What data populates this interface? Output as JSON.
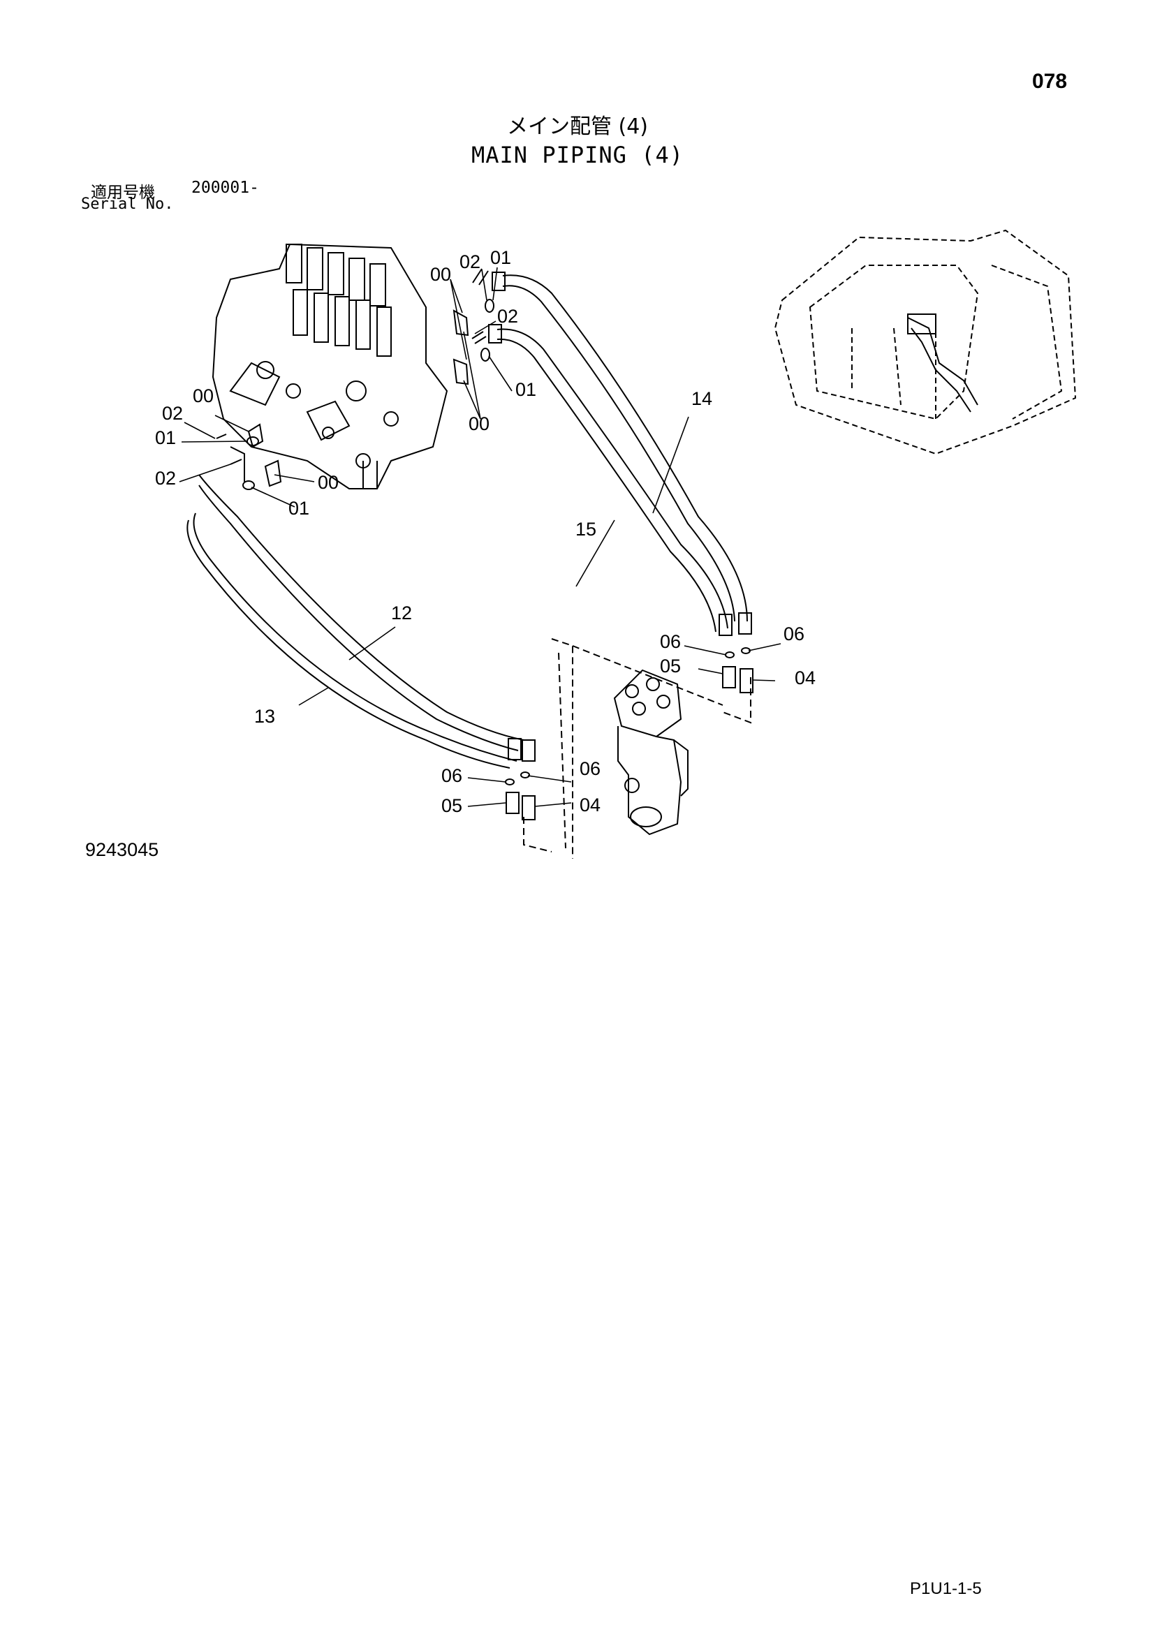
{
  "page_number": "078",
  "title_jp": "メイン配管 (4)",
  "title_en": "MAIN PIPING (4)",
  "serial": {
    "label_jp": "適用号機",
    "range": "200001-",
    "label_en": "Serial No."
  },
  "drawing_number": "9243045",
  "page_code": "P1U1-1-5",
  "callouts": {
    "c00_a": "00",
    "c02_a": "02",
    "c01_a": "01",
    "c02_b": "02",
    "c01_b": "01",
    "c00_b": "00",
    "c02_c": "02",
    "c00_c": "00",
    "c01_c": "01",
    "c02_d": "02",
    "c00_d": "00",
    "c01_d": "01",
    "c14": "14",
    "c15": "15",
    "c12": "12",
    "c13": "13",
    "c06_a": "06",
    "c06_b": "06",
    "c05_a": "05",
    "c04_a": "04",
    "c06_c": "06",
    "c06_d": "06",
    "c05_b": "05",
    "c04_b": "04"
  }
}
